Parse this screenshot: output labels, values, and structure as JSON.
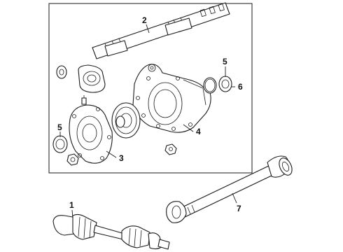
{
  "diagram": {
    "callouts": [
      {
        "id": "1",
        "label": "1"
      },
      {
        "id": "2",
        "label": "2"
      },
      {
        "id": "3",
        "label": "3"
      },
      {
        "id": "4",
        "label": "4"
      },
      {
        "id": "5a",
        "label": "5"
      },
      {
        "id": "5b",
        "label": "5"
      },
      {
        "id": "6",
        "label": "6"
      },
      {
        "id": "7",
        "label": "7"
      }
    ]
  }
}
